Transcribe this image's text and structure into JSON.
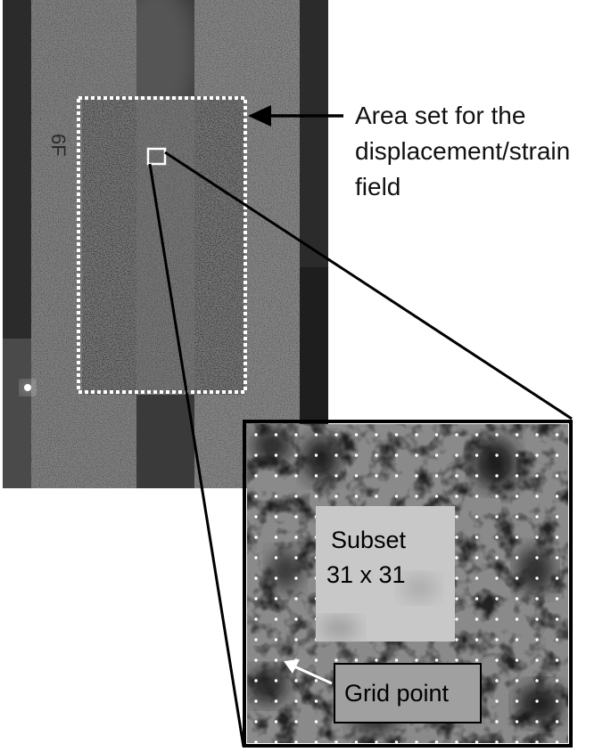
{
  "annotation": {
    "line1": "Area set for the",
    "line2": "displacement/strain",
    "line3": "field"
  },
  "specimen": {
    "marking": "6F"
  },
  "inset": {
    "subset_line1": "Subset",
    "subset_line2": "31 x 31",
    "grid_point_label": "Grid point"
  },
  "colors": {
    "background": "#ffffff",
    "photo_dark": "#2a2a2a",
    "wood": "#7a7a7a",
    "dotted_frame": "#ffffff",
    "arrow": "#000000"
  }
}
